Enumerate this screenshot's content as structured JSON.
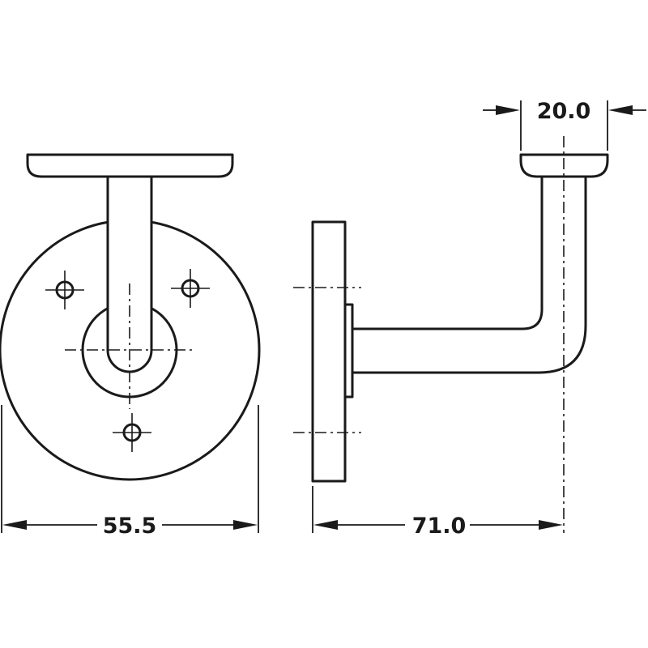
{
  "dimensions": {
    "plate_diameter": "55.5",
    "projection": "71.0",
    "saddle_width": "20.0"
  },
  "colors": {
    "line": "#1a1a1a",
    "background": "#ffffff"
  }
}
